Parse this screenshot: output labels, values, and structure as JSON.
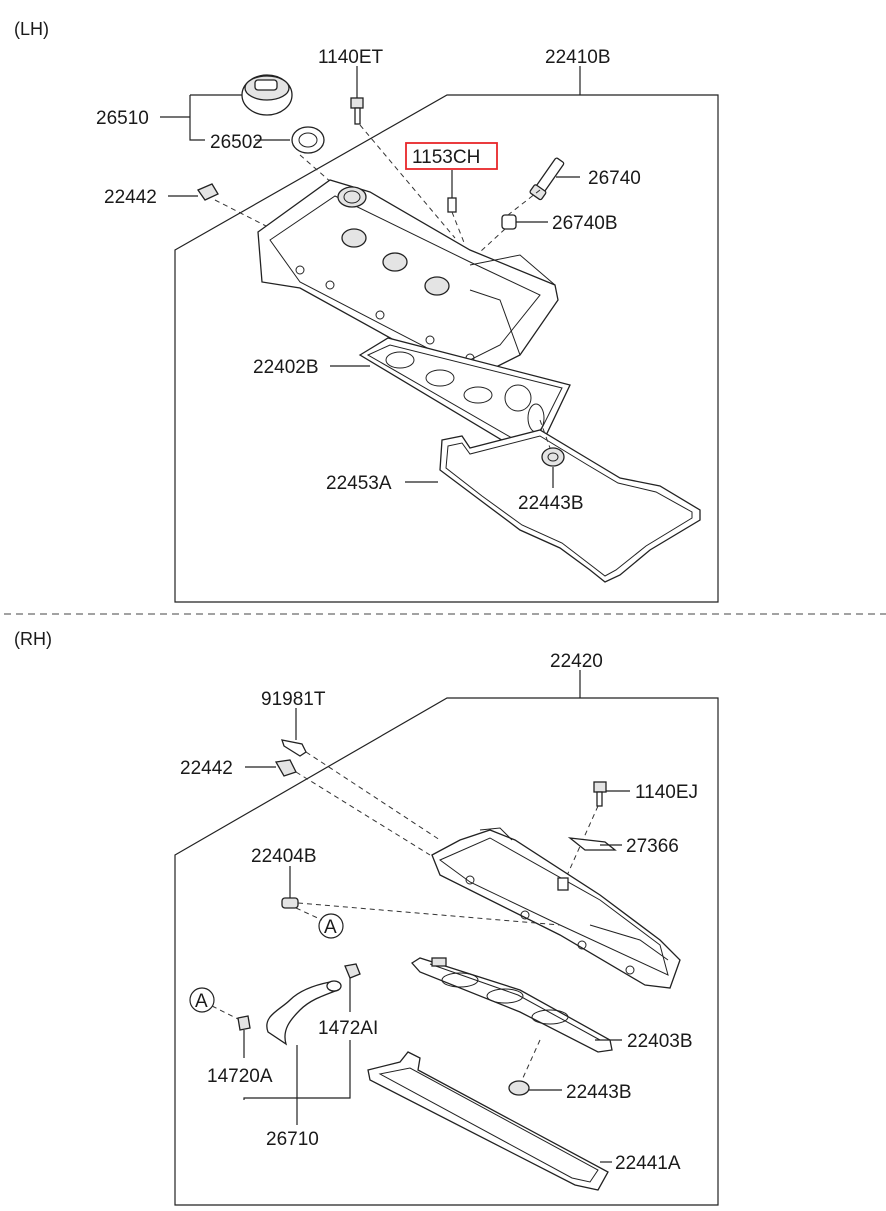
{
  "sections": {
    "lh": "(LH)",
    "rh": "(RH)"
  },
  "lh_labels": {
    "p1140ET": "1140ET",
    "p22410B": "22410B",
    "p26510": "26510",
    "p26502": "26502",
    "p1153CH": "1153CH",
    "p26740": "26740",
    "p22442": "22442",
    "p26740B": "26740B",
    "p22402B": "22402B",
    "p22453A": "22453A",
    "p22443B": "22443B"
  },
  "rh_labels": {
    "p22420": "22420",
    "p91981T": "91981T",
    "p22442": "22442",
    "p1140EJ": "1140EJ",
    "p27366": "27366",
    "p22404B": "22404B",
    "pA1": "A",
    "pA2": "A",
    "p1472AI": "1472AI",
    "p14720A": "14720A",
    "p22403B": "22403B",
    "p22443B": "22443B",
    "p26710": "26710",
    "p22441A": "22441A"
  },
  "highlight_color": "#e8262a"
}
